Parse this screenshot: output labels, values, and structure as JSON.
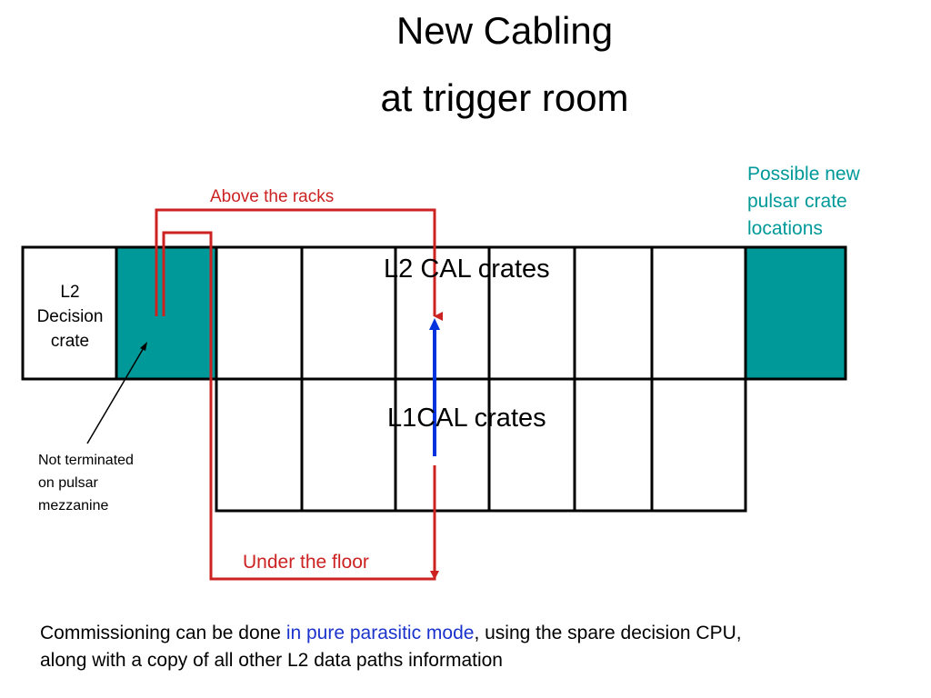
{
  "slide": {
    "title_line1": "New Cabling",
    "title_line2": "at trigger room"
  },
  "labels": {
    "possible_pulsar": [
      "Possible new",
      "pulsar crate",
      "locations"
    ],
    "above_racks": "Above the racks",
    "under_floor": "Under the floor",
    "l2cal": "L2 CAL crates",
    "l1cal": "L1CAL crates",
    "l2_decision": [
      "L2",
      "Decision",
      "crate"
    ],
    "not_terminated": [
      "Not terminated",
      "on pulsar",
      "mezzanine"
    ]
  },
  "bottom_text": {
    "part1": "Commissioning can be done ",
    "highlight": "in pure parasitic mode",
    "part2": ", using the spare decision CPU,",
    "line2": "along with a copy of all other L2 data paths information"
  },
  "colors": {
    "teal": "#009999",
    "red": "#cc2222",
    "blue": "#1a33cc",
    "blue_arrow": "#0033dd"
  }
}
